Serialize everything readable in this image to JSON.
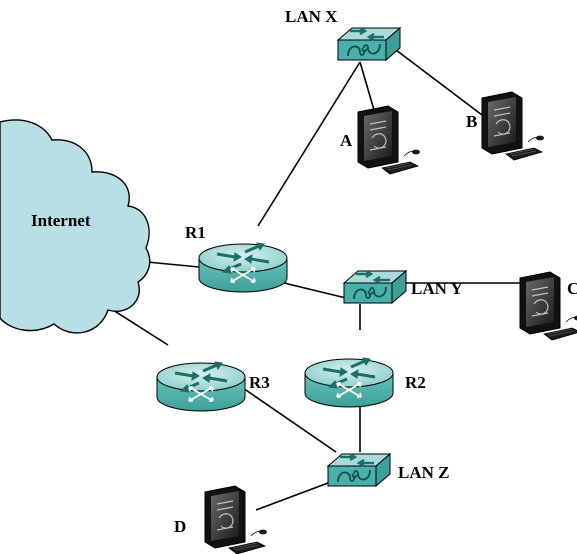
{
  "cloud": {
    "label": "Internet"
  },
  "routers": [
    {
      "id": "r1",
      "label": "R1"
    },
    {
      "id": "r2",
      "label": "R2"
    },
    {
      "id": "r3",
      "label": "R3"
    }
  ],
  "switches": [
    {
      "id": "lanx",
      "label": "LAN X"
    },
    {
      "id": "lany",
      "label": "LAN Y"
    },
    {
      "id": "lanz",
      "label": "LAN Z"
    }
  ],
  "hosts": [
    {
      "id": "a",
      "label": "A"
    },
    {
      "id": "b",
      "label": "B"
    },
    {
      "id": "c",
      "label": "C"
    },
    {
      "id": "d",
      "label": "D"
    }
  ],
  "colors": {
    "cloud_fill": "#b9dfe6",
    "device_fill": "#4ab0ab",
    "device_top": "#a9dcd9",
    "arrow": "#1b6e69",
    "line": "#000000"
  }
}
